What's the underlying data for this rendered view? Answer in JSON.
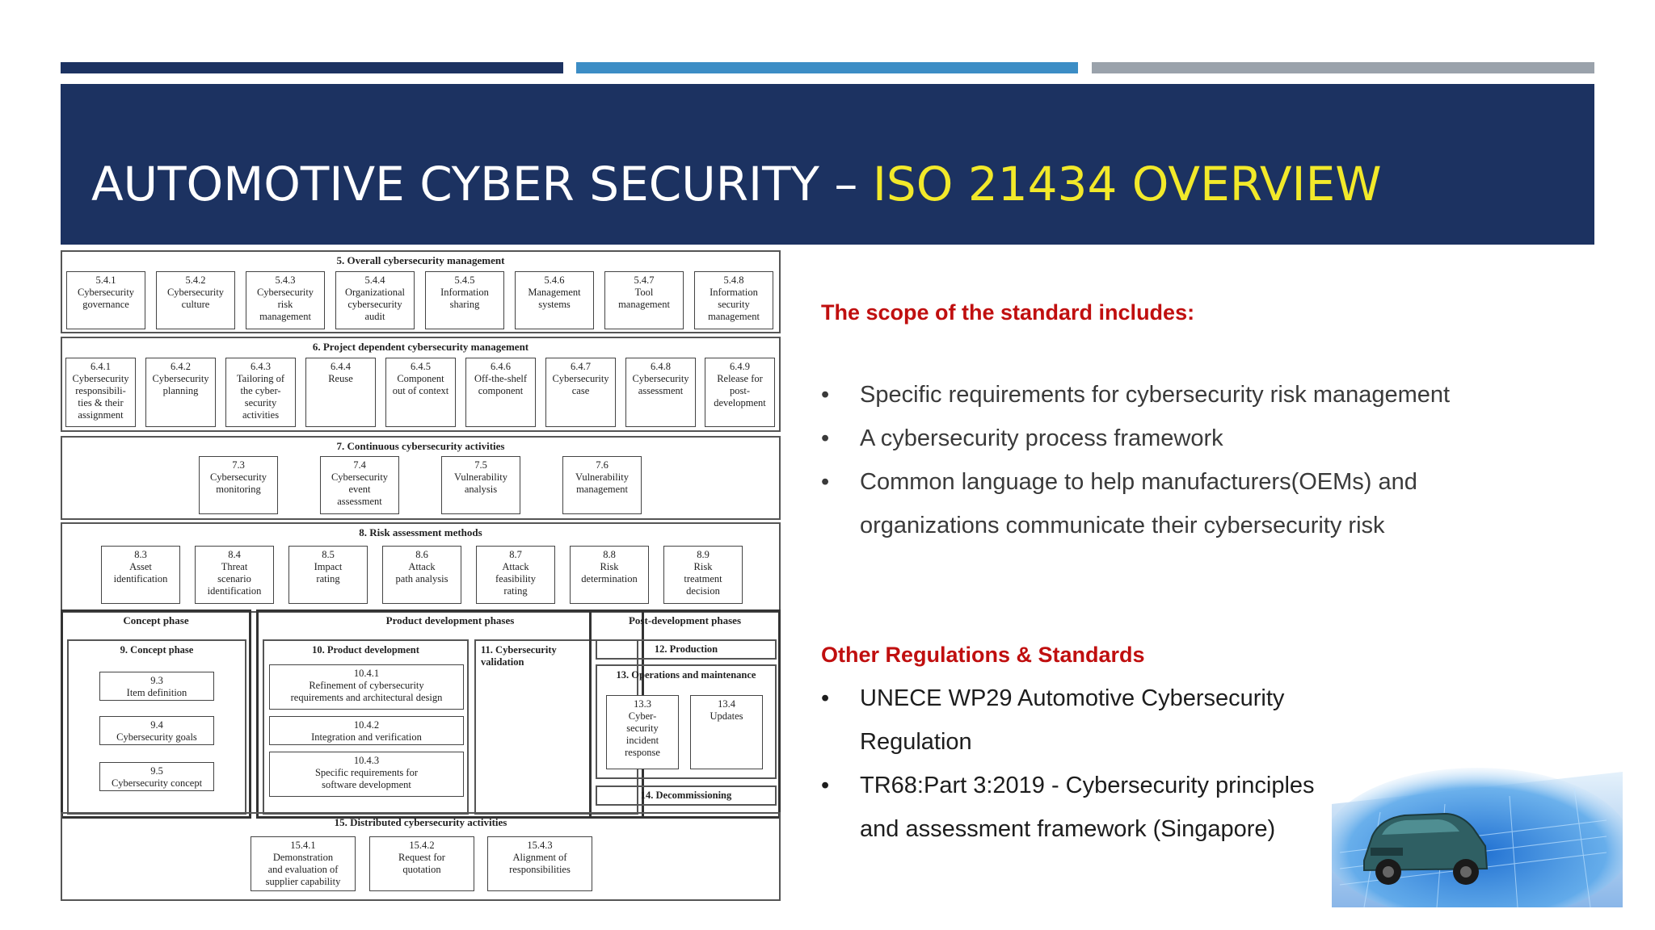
{
  "slide": {
    "title_main": "AUTOMOTIVE CYBER SECURITY – ",
    "title_highlight": "ISO 21434 OVERVIEW"
  },
  "diagram": {
    "sec5": {
      "title": "5. Overall cybersecurity management",
      "items": [
        "5.4.1\nCybersecurity\ngovernance",
        "5.4.2\nCybersecurity\nculture",
        "5.4.3\nCybersecurity\nrisk\nmanagement",
        "5.4.4\nOrganizational\ncybersecurity\naudit",
        "5.4.5\nInformation\nsharing",
        "5.4.6\nManagement\nsystems",
        "5.4.7\nTool\nmanagement",
        "5.4.8\nInformation\nsecurity\nmanagement"
      ]
    },
    "sec6": {
      "title": "6. Project dependent cybersecurity management",
      "items": [
        "6.4.1\nCybersecurity\nresponsibili-\nties & their\nassignment",
        "6.4.2\nCybersecurity\nplanning",
        "6.4.3\nTailoring of\nthe cyber-\nsecurity\nactivities",
        "6.4.4\nReuse",
        "6.4.5\nComponent\nout of context",
        "6.4.6\nOff-the-shelf\ncomponent",
        "6.4.7\nCybersecurity\ncase",
        "6.4.8\nCybersecurity\nassessment",
        "6.4.9\nRelease for\npost-\ndevelopment"
      ]
    },
    "sec7": {
      "title": "7. Continuous cybersecurity activities",
      "items": [
        "7.3\nCybersecurity\nmonitoring",
        "7.4\nCybersecurity\nevent\nassessment",
        "7.5\nVulnerability\nanalysis",
        "7.6\nVulnerability\nmanagement"
      ]
    },
    "sec8": {
      "title": "8. Risk assessment methods",
      "items": [
        "8.3\nAsset\nidentification",
        "8.4\nThreat\nscenario\nidentification",
        "8.5\nImpact\nrating",
        "8.6\nAttack\npath analysis",
        "8.7\nAttack\nfeasibility\nrating",
        "8.8\nRisk\ndetermination",
        "8.9\nRisk\ntreatment\ndecision"
      ]
    },
    "concept": {
      "title": "Concept phase",
      "sub_title": "9. Concept phase",
      "items": [
        "9.3\nItem definition",
        "9.4\nCybersecurity goals",
        "9.5\nCybersecurity concept"
      ]
    },
    "product": {
      "title": "Product development phases",
      "dev_title": "10. Product development",
      "dev_items": [
        "10.4.1\nRefinement of cybersecurity\nrequirements and architectural design",
        "10.4.2\nIntegration and verification",
        "10.4.3\nSpecific requirements for\nsoftware development"
      ],
      "validation_title": "11. Cybersecurity\nvalidation"
    },
    "post": {
      "title": "Post-development phases",
      "production": "12. Production",
      "ops_title": "13. Operations and maintenance",
      "ops_items": [
        "13.3\nCyber-\nsecurity\nincident\nresponse",
        "13.4\nUpdates"
      ],
      "decommissioning": "14. Decommissioning"
    },
    "sec15": {
      "title": "15. Distributed cybersecurity activities",
      "items": [
        "15.4.1\nDemonstration\nand evaluation of\nsupplier capability",
        "15.4.2\nRequest for\nquotation",
        "15.4.3\nAlignment of\nresponsibilities"
      ]
    }
  },
  "scope": {
    "heading": "The scope of the standard includes:",
    "bullet_glyph": "•",
    "items": [
      "Specific requirements for cybersecurity risk management",
      "A cybersecurity process framework",
      "Common language to help manufacturers(OEMs) and",
      "organizations communicate their cybersecurity risk"
    ]
  },
  "regulations": {
    "heading": "Other Regulations & Standards",
    "items": [
      "UNECE WP29 Automotive Cybersecurity",
      "Regulation",
      "TR68:Part 3:2019 - Cybersecurity principles",
      "and assessment framework (Singapore)"
    ]
  },
  "colors": {
    "navy": "#1c3261",
    "blue_bar": "#3c8dc5",
    "grey_bar": "#9aa2ab",
    "highlight_yellow": "#f2e92a",
    "heading_red": "#c00f0f"
  }
}
